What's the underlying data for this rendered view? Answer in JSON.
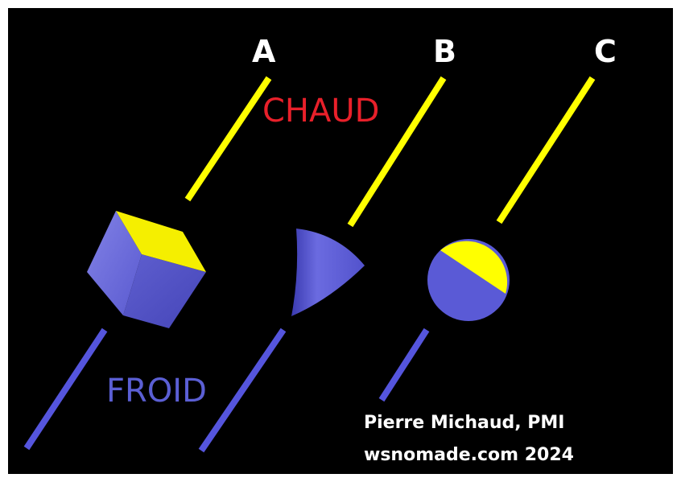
{
  "labels": {
    "a": "A",
    "b": "B",
    "c": "C",
    "hot": "CHAUD",
    "cold": "FROID"
  },
  "credits": {
    "author": "Pierre Michaud, PMI",
    "site": "wsnomade.com 2024"
  },
  "colors": {
    "background": "#000000",
    "hot": "#ffff00",
    "cold": "#5555dd",
    "hot_label": "#e8202a",
    "cold_label": "#5b5fd4",
    "text": "#ffffff"
  }
}
